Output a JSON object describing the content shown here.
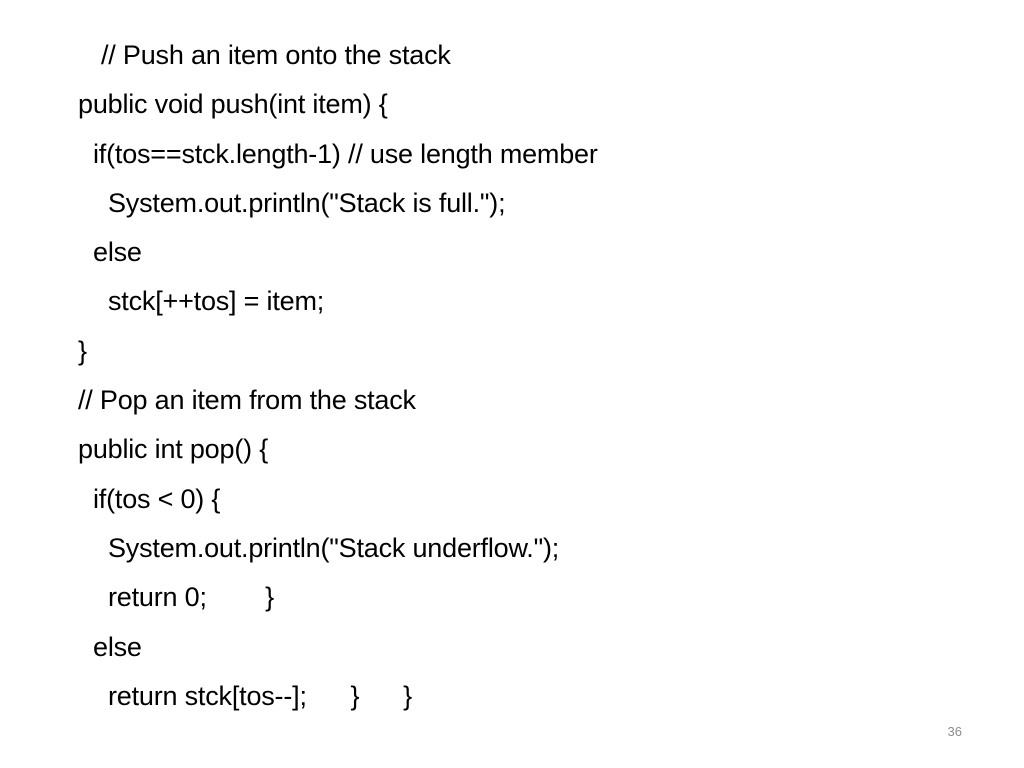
{
  "slide": {
    "code_lines": [
      "// Push an item onto the stack",
      "public void push(int item) {",
      "if(tos==stck.length-1) // use length member",
      "System.out.println(\"Stack is full.\");",
      "else",
      "stck[++tos] = item;",
      "}",
      "// Pop an item from the stack",
      "public int pop() {",
      "if(tos < 0) {",
      "System.out.println(\"Stack underflow.\");",
      "return 0;        }",
      "else",
      "return stck[tos--];      }      }"
    ],
    "page_number": "36"
  }
}
